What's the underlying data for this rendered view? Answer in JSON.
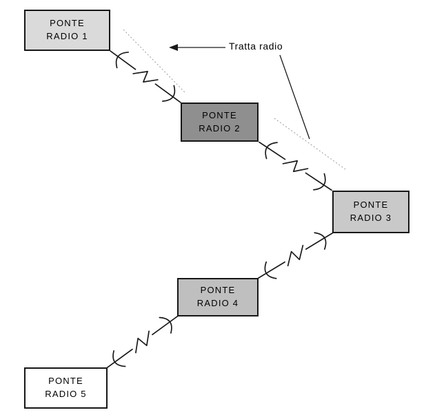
{
  "diagram": {
    "annotation": {
      "label": "Tratta radio"
    },
    "nodes": [
      {
        "id": "ponte-radio-1",
        "label": "PONTE\nRADIO 1",
        "fill": "#dadada"
      },
      {
        "id": "ponte-radio-2",
        "label": "PONTE\nRADIO 2",
        "fill": "#8f8f8f"
      },
      {
        "id": "ponte-radio-3",
        "label": "PONTE\nRADIO 3",
        "fill": "#c9c9c9"
      },
      {
        "id": "ponte-radio-4",
        "label": "PONTE\nRADIO 4",
        "fill": "#bfbfbf"
      },
      {
        "id": "ponte-radio-5",
        "label": "PONTE\nRADIO 5",
        "fill": "#ffffff"
      }
    ],
    "links": [
      {
        "name": "hop-1-2"
      },
      {
        "name": "hop-2-3"
      },
      {
        "name": "hop-3-4"
      },
      {
        "name": "hop-4-5"
      }
    ],
    "colors": {
      "line": "#1a1a1a",
      "guide": "#9a9a9a",
      "background": "#ffffff"
    }
  }
}
